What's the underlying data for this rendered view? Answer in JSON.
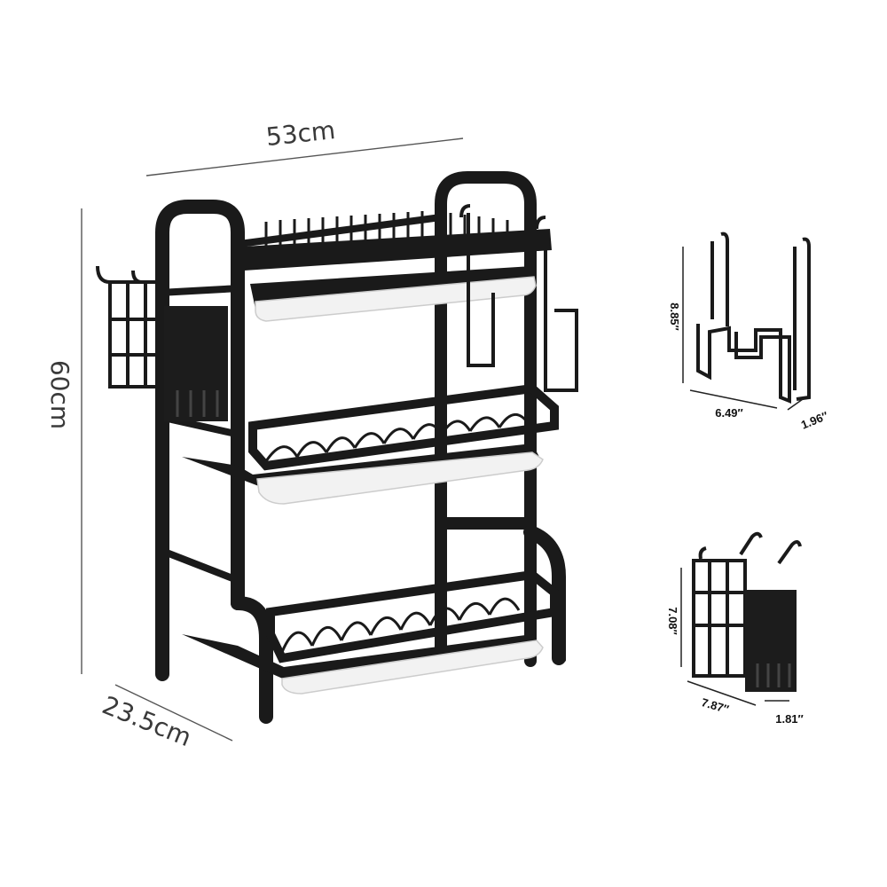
{
  "main_rack": {
    "width_label": "53cm",
    "height_label": "60cm",
    "depth_label": "23.5cm"
  },
  "board_holder": {
    "height_label": "8.85″",
    "width_label": "6.49″",
    "depth_label": "1.96″"
  },
  "utensil_holder": {
    "height_label": "7.08″",
    "width_label": "7.87″",
    "depth_label": "1.81″"
  },
  "colors": {
    "frame": "#1a1a1a",
    "tray": "#f2f2f2",
    "dimension_line": "#555555"
  }
}
